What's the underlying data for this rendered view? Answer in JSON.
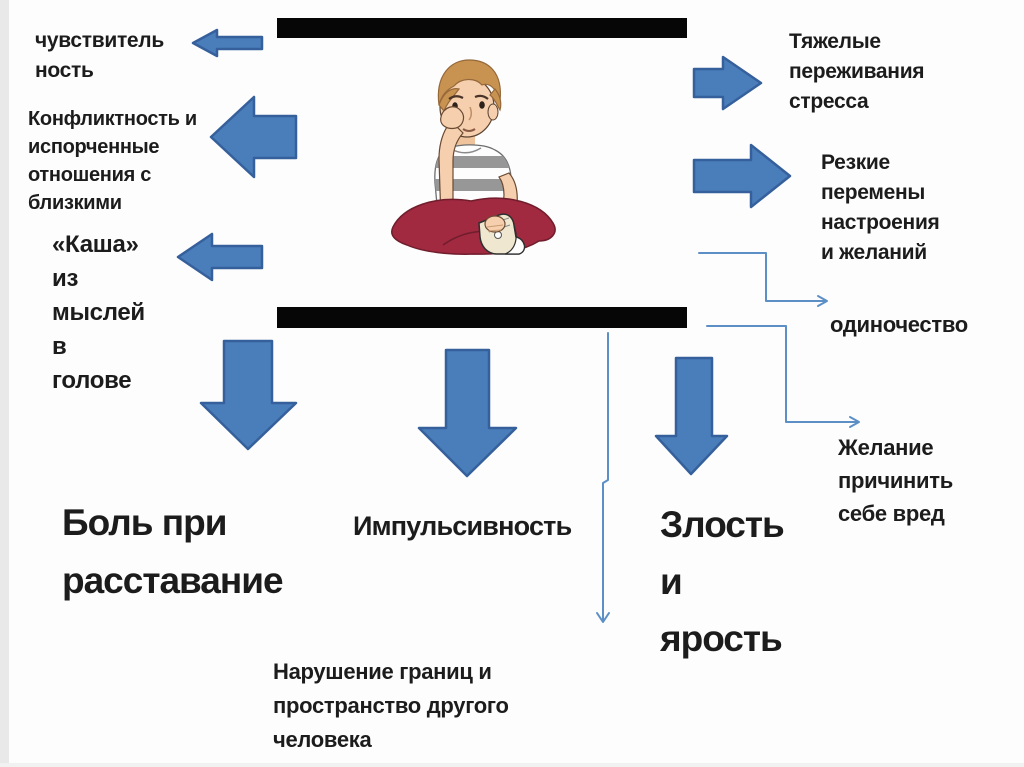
{
  "labels": {
    "sensitivity": "чувствитель\nность",
    "conflict": "Конфликтность и\nиспорченные\nотношения с\nблизкими",
    "mess_in_head": "«Каша»\nиз\nмыслей\nв\nголове",
    "heavy_stress": "Тяжелые\nпереживания\nстресса",
    "mood_swings": "Резкие\nперемены\nнастроения\nи желаний",
    "loneliness": "одиночество",
    "self_harm": "Желание\nпричинить\nсебе вред",
    "breakup_pain": "Боль при\nрасставание",
    "impulsivity": "Импульсивность",
    "anger": "Злость\nи\nярость",
    "boundaries": "Нарушение границ и\nпространство другого\nчеловека"
  },
  "graphics": {
    "illustration": "sad-boy-sitting-cross-legged",
    "redaction_bars": [
      "top",
      "middle"
    ],
    "block_arrows": [
      "left-thin-to-sensitivity",
      "left-big-to-conflict",
      "left-thin-to-mess-in-head",
      "right-to-heavy-stress",
      "right-to-mood-swings",
      "down-to-breakup-pain",
      "down-to-impulsivity",
      "down-to-anger"
    ],
    "connectors": [
      "elbow-to-loneliness",
      "elbow-to-self-harm",
      "line-to-boundaries"
    ]
  },
  "colors": {
    "arrow_fill": "#4a7ebb",
    "arrow_stroke": "#35609b",
    "connector": "#5b8fc6",
    "redaction": "#060606",
    "text": "#1c1c1c",
    "background": "#fdfdfd"
  }
}
